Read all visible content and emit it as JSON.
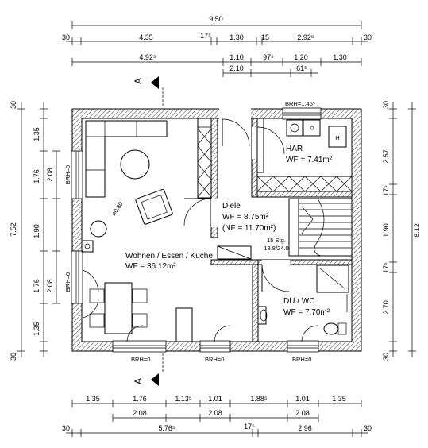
{
  "dimensions": {
    "top": {
      "overall": "9.50",
      "row1": [
        "30",
        "4.35",
        "17⁵",
        "1.30",
        "15",
        "2.92⁵",
        "30"
      ],
      "row2": [
        "4.92⁵",
        "1.10",
        "97⁵",
        "1.20",
        "1.30"
      ],
      "row3": [
        "2.10",
        "61⁵"
      ]
    },
    "bottom": {
      "row1": [
        "1.35",
        "1.76",
        "1.13⁵",
        "1.01",
        "1.88⁵",
        "1.01",
        "1.35"
      ],
      "row2": [
        "2.08",
        "2.08",
        "2.08"
      ],
      "row3": [
        "30",
        "5.76⁵",
        "17⁵",
        "2.96",
        "30"
      ]
    },
    "left": {
      "inner": [
        "30",
        "1.35",
        "1.76",
        "1.90",
        "1.76",
        "1.35",
        "30"
      ],
      "outer": "7.52",
      "window": [
        "2.08",
        "2.08"
      ]
    },
    "right": {
      "inner": [
        "30",
        "2.57",
        "17⁵",
        "1.90",
        "17⁵",
        "2.70",
        "30"
      ],
      "outer": "8.12"
    }
  },
  "rooms": {
    "living": {
      "name": "Wohnen / Essen / Küche",
      "area": "WF = 36.12m²"
    },
    "diele": {
      "name": "Diele",
      "area": "WF = 8.75m²",
      "area2": "(NF = 11.70m²)"
    },
    "har": {
      "name": "HAR",
      "area": "WF = 7.41m²"
    },
    "du": {
      "name": "DU / WC",
      "area": "WF = 7.70m²"
    }
  },
  "stairs": {
    "count": "15 Stg.",
    "ratio": "18.8/24.0"
  },
  "labels": {
    "brh_top": "BRH=1.46⁵",
    "brh_bottom": [
      "BRH=0",
      "BRH=0",
      "BRH=0"
    ],
    "brh_left": [
      "BRH=0",
      "BRH=0"
    ],
    "section_mark": "A",
    "stove": "ø0.80"
  }
}
